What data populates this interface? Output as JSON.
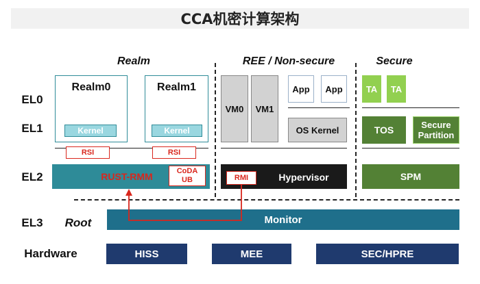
{
  "title": "CCA机密计算架构",
  "sections": {
    "realm": "Realm",
    "ree": "REE / Non-secure",
    "secure": "Secure"
  },
  "levels": {
    "el0": "EL0",
    "el1": "EL1",
    "el2": "EL2",
    "el3": "EL3",
    "root": "Root",
    "hardware": "Hardware"
  },
  "realm_vms": [
    {
      "name": "Realm0",
      "kernel": "Kernel",
      "rsi": "RSI"
    },
    {
      "name": "Realm1",
      "kernel": "Kernel",
      "rsi": "RSI"
    }
  ],
  "rmm": {
    "label": "RUST-RMM",
    "coda": "CoDA\nUB"
  },
  "ree": {
    "vm0": "VM0",
    "vm1": "VM1",
    "app1": "App",
    "app2": "App",
    "os_kernel": "OS Kernel",
    "rmi": "RMI",
    "hypervisor": "Hypervisor"
  },
  "secure": {
    "ta1": "TA",
    "ta2": "TA",
    "tos": "TOS",
    "partition": "Secure\nPartition",
    "spm": "SPM"
  },
  "monitor": "Monitor",
  "hardware": {
    "hiss": "HISS",
    "mee": "MEE",
    "sec_hpre": "SEC/HPRE"
  },
  "colors": {
    "teal": "#2e8b98",
    "light_teal": "#9ad7e0",
    "red": "#d9261c",
    "black": "#1a1a1a",
    "dark_green": "#538135",
    "light_green": "#92d050",
    "monitor_blue": "#1f6f8b",
    "navy": "#1f3a6e",
    "grey": "#d2d2d2"
  }
}
